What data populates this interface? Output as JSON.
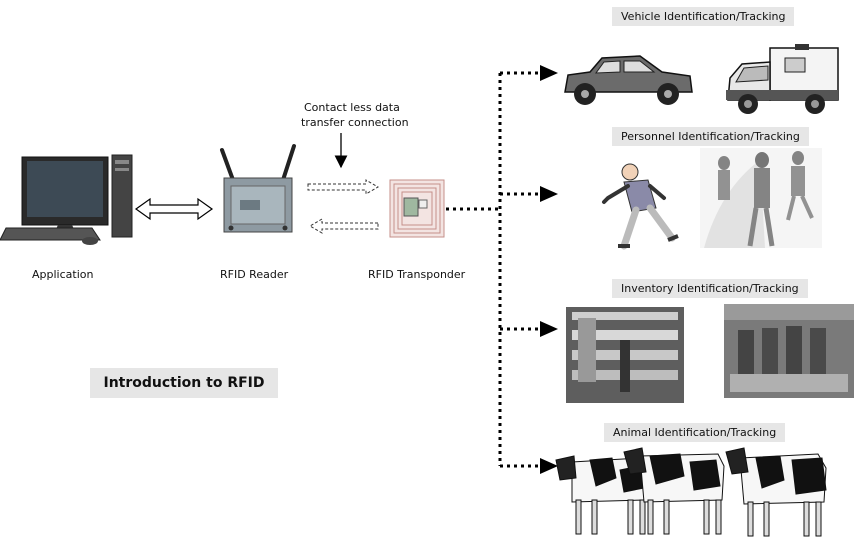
{
  "labels": {
    "application": "Application",
    "reader": "RFID Reader",
    "transponder": "RFID Transponder",
    "contactless_line1": "Contact less data",
    "contactless_line2": "transfer connection"
  },
  "title": "Introduction to RFID",
  "categories": [
    "Vehicle Identification/Tracking",
    "Personnel Identification/Tracking",
    "Inventory Identification/Tracking",
    "Animal Identification/Tracking"
  ]
}
